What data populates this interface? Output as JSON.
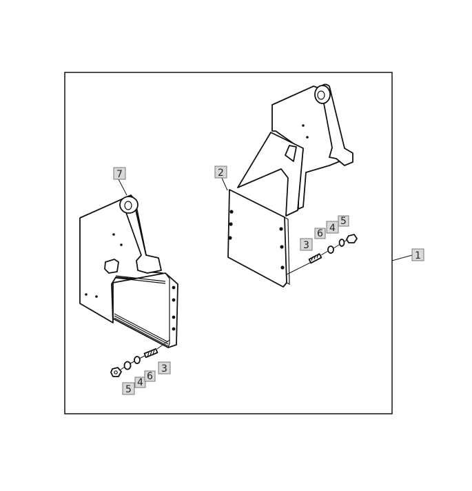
{
  "diagram": {
    "type": "exploded-parts-view",
    "callouts": [
      {
        "id": "callout-1",
        "label": "1"
      },
      {
        "id": "callout-2",
        "label": "2"
      },
      {
        "id": "callout-3-right",
        "label": "3"
      },
      {
        "id": "callout-4-right",
        "label": "4"
      },
      {
        "id": "callout-5-right",
        "label": "5"
      },
      {
        "id": "callout-6-right",
        "label": "6"
      },
      {
        "id": "callout-7",
        "label": "7"
      },
      {
        "id": "callout-3-left",
        "label": "3"
      },
      {
        "id": "callout-4-left",
        "label": "4"
      },
      {
        "id": "callout-5-left",
        "label": "5"
      },
      {
        "id": "callout-6-left",
        "label": "6"
      }
    ]
  }
}
